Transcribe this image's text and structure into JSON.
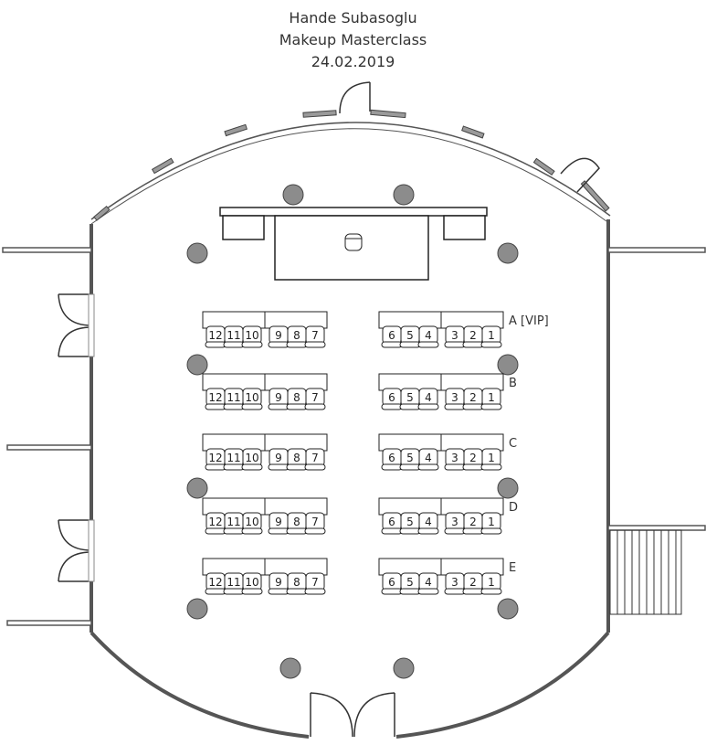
{
  "header": {
    "name": "Hande Subasoglu",
    "event": "Makeup Masterclass",
    "date": "24.02.2019"
  },
  "rows": [
    {
      "id": "A",
      "label": "A [VIP]",
      "left_seats": [
        "12",
        "11",
        "10",
        "9",
        "8",
        "7"
      ],
      "right_seats": [
        "6",
        "5",
        "4",
        "3",
        "2",
        "1"
      ]
    },
    {
      "id": "B",
      "label": "B",
      "left_seats": [
        "12",
        "11",
        "10",
        "9",
        "8",
        "7"
      ],
      "right_seats": [
        "6",
        "5",
        "4",
        "3",
        "2",
        "1"
      ]
    },
    {
      "id": "C",
      "label": "C",
      "left_seats": [
        "12",
        "11",
        "10",
        "9",
        "8",
        "7"
      ],
      "right_seats": [
        "6",
        "5",
        "4",
        "3",
        "2",
        "1"
      ]
    },
    {
      "id": "D",
      "label": "D",
      "left_seats": [
        "12",
        "11",
        "10",
        "9",
        "8",
        "7"
      ],
      "right_seats": [
        "6",
        "5",
        "4",
        "3",
        "2",
        "1"
      ]
    },
    {
      "id": "E",
      "label": "E",
      "left_seats": [
        "12",
        "11",
        "10",
        "9",
        "8",
        "7"
      ],
      "right_seats": [
        "6",
        "5",
        "4",
        "3",
        "2",
        "1"
      ]
    }
  ],
  "colors": {
    "wall": "#555555",
    "wall_fill": "#9a9a9a",
    "column": "#8c8c8c",
    "line": "#333333"
  }
}
